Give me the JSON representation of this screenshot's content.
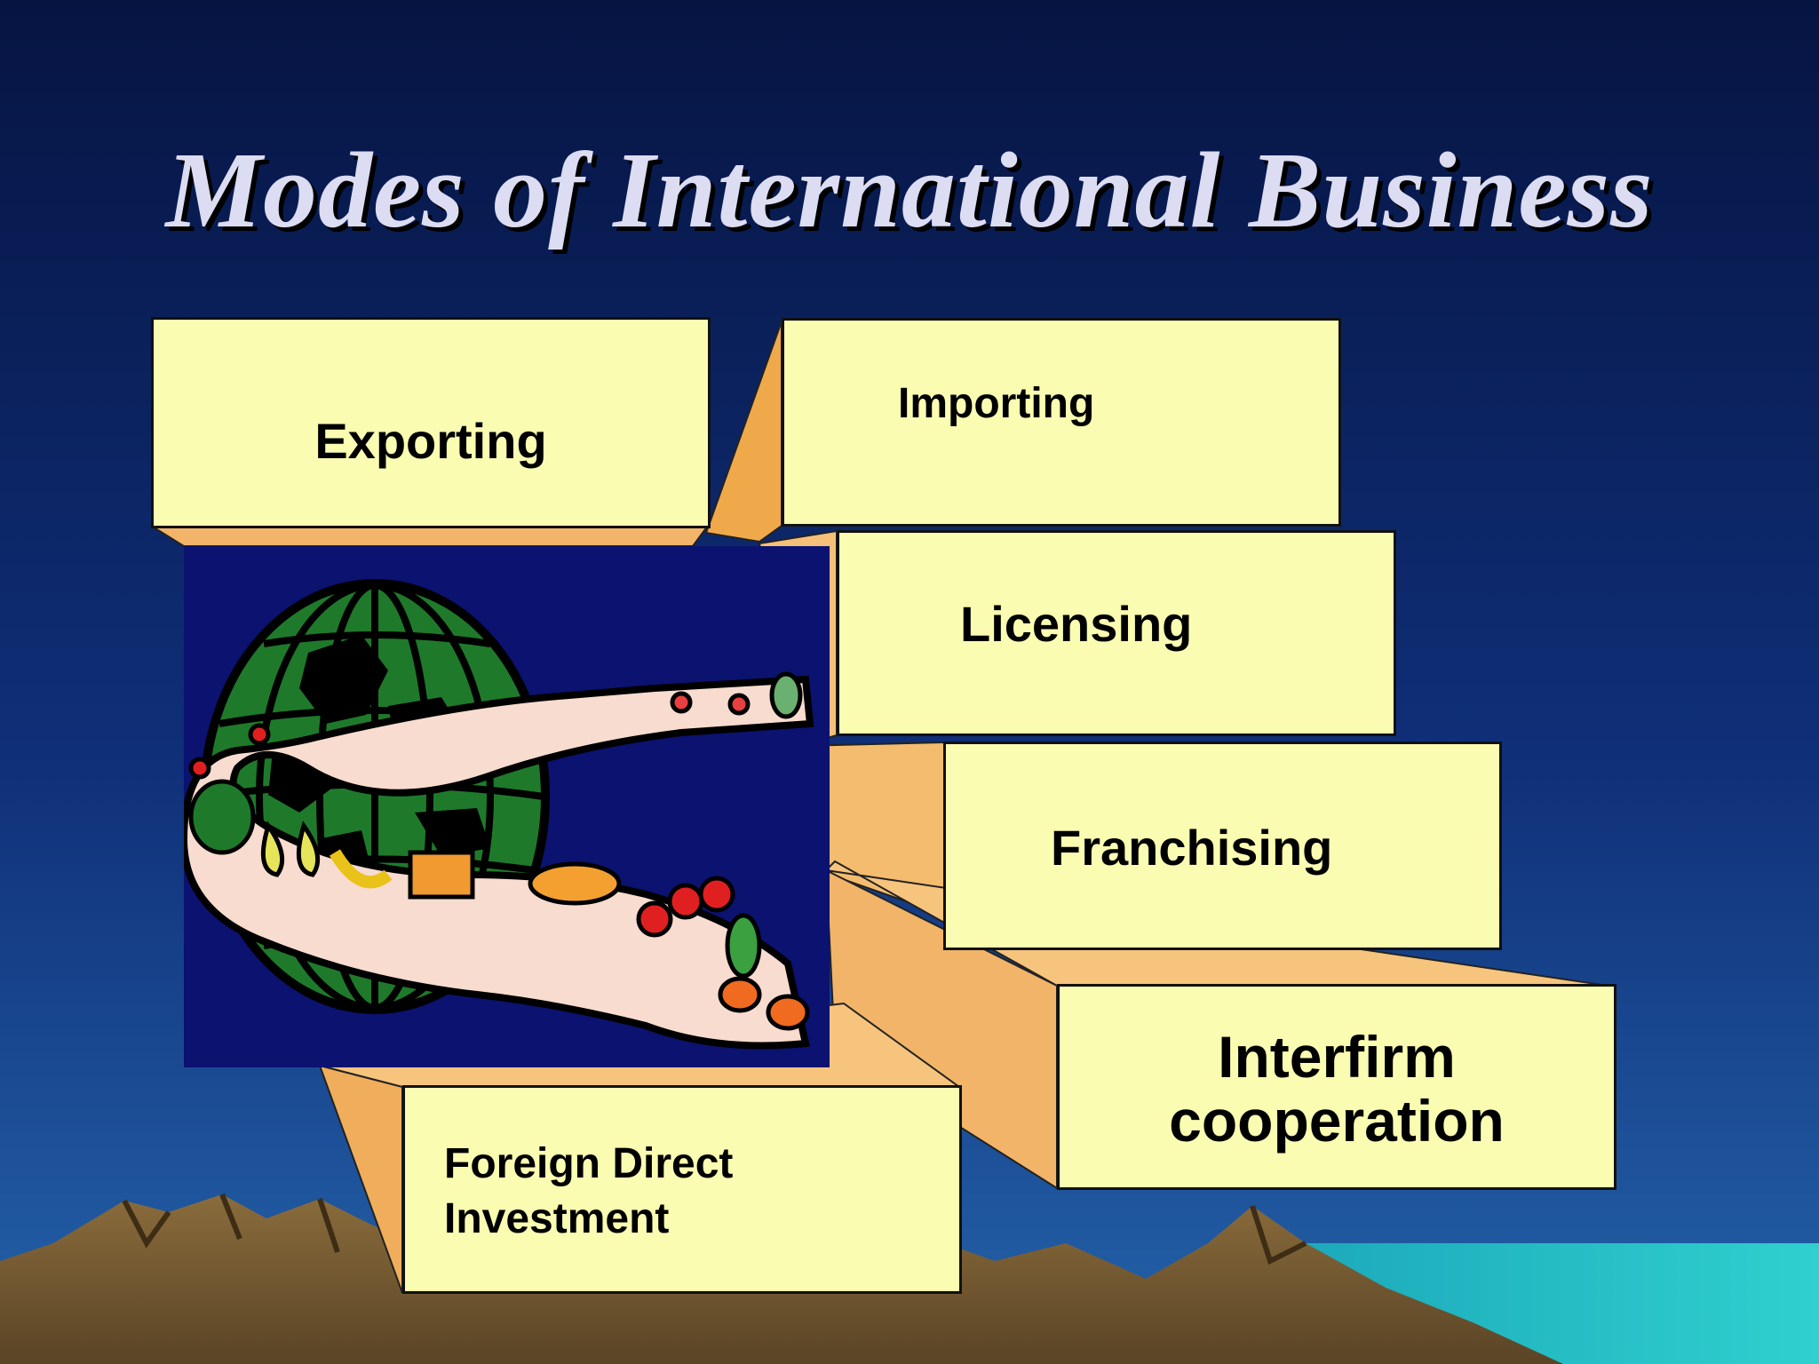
{
  "slide": {
    "title": "Modes of International Business"
  },
  "modes": {
    "exporting": "Exporting",
    "importing": "Importing",
    "licensing": "Licensing",
    "franchising": "Franchising",
    "interfirm": [
      "Interfirm",
      "cooperation"
    ],
    "fdi": [
      "Foreign Direct",
      "Investment"
    ]
  },
  "colors": {
    "sky_top": "#061442",
    "sky_bottom": "#1f5fa8",
    "box_face": "#fafcb2",
    "box_side": "#f4b860",
    "globe_green": "#1e7a2a",
    "art_background": "#0b1270",
    "sea": "#27c3c9"
  },
  "illustration": {
    "subject": "globe-with-food-conveyor"
  }
}
